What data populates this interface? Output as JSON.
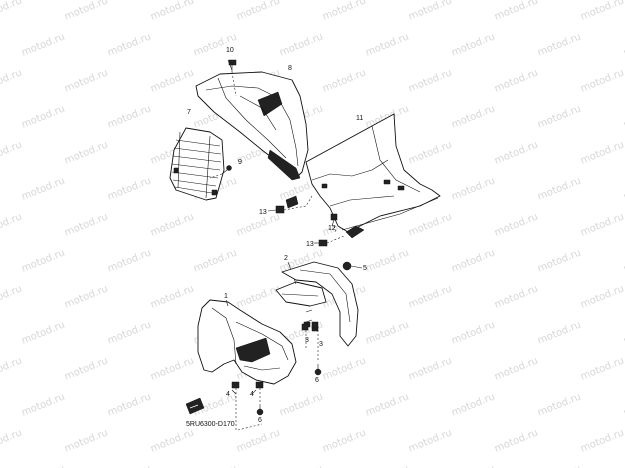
{
  "diagram": {
    "watermark_text": "motod.ru",
    "diagram_code": "5RU6300-D170",
    "callouts": [
      "1",
      "2",
      "3",
      "3",
      "4",
      "4",
      "5",
      "6",
      "6",
      "7",
      "8",
      "9",
      "10",
      "11",
      "12",
      "13",
      "13"
    ]
  }
}
